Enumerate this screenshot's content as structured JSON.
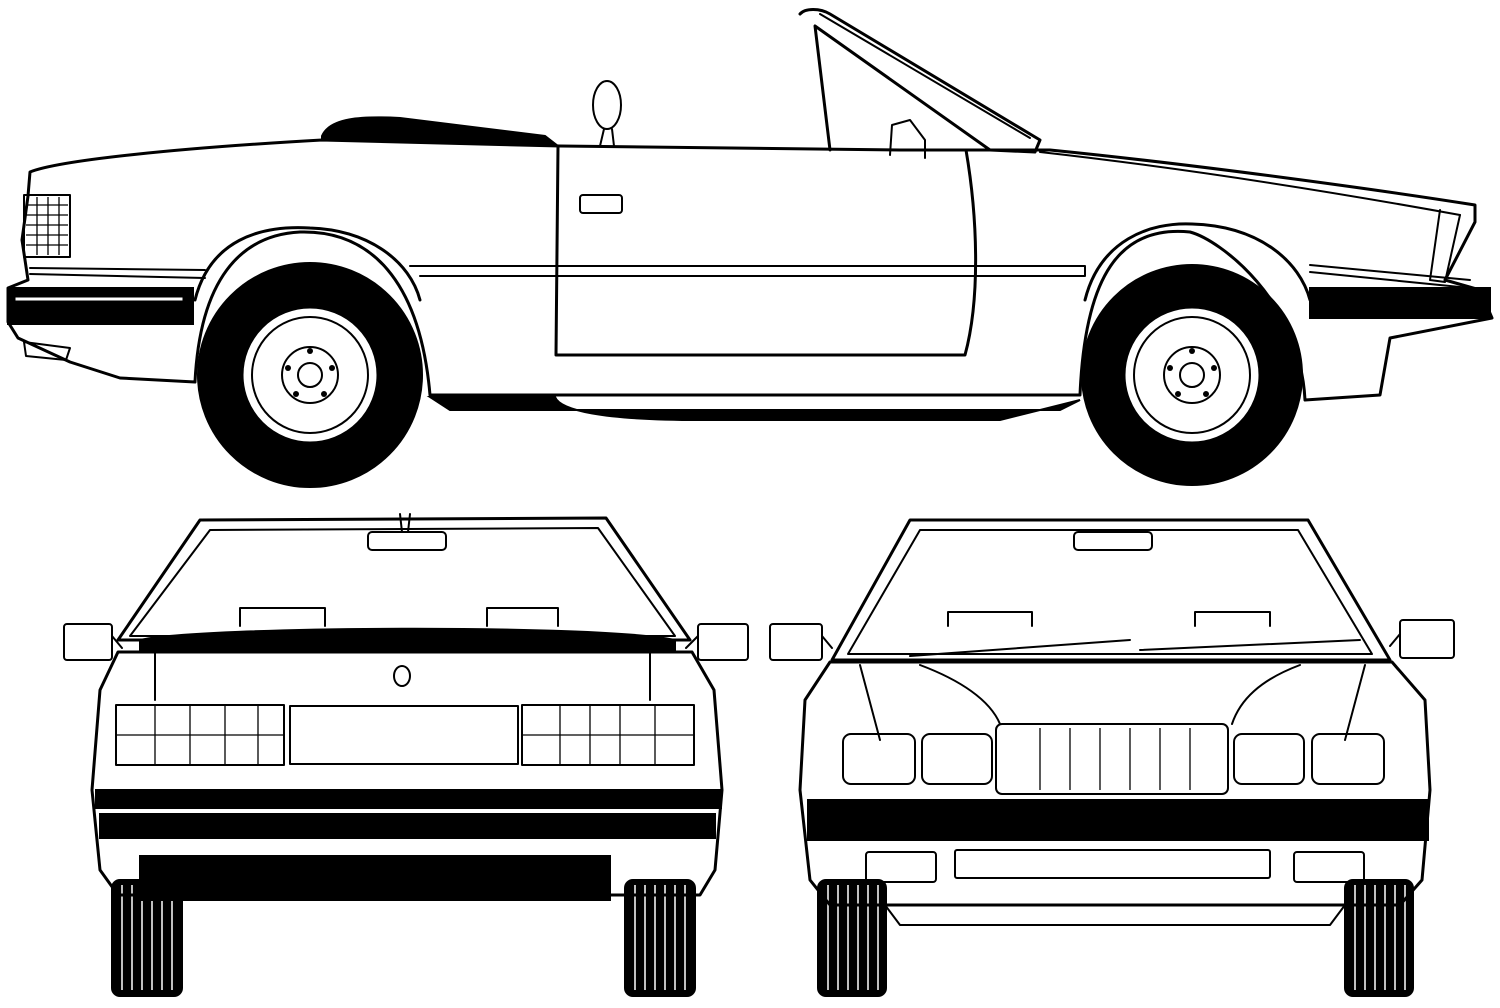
{
  "drawing": {
    "subject": "",
    "views": [
      {
        "id": "side",
        "icon": "car-side-view"
      },
      {
        "id": "rear",
        "icon": "car-rear-view"
      },
      {
        "id": "front",
        "icon": "car-front-view"
      }
    ],
    "colors": {
      "ink": "#000000",
      "paper": "#ffffff"
    }
  }
}
